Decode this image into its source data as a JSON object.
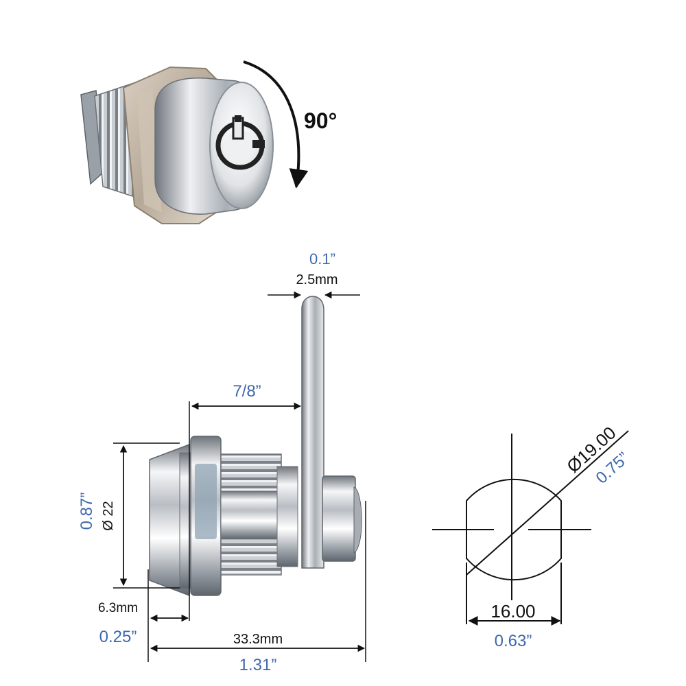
{
  "colors": {
    "blue": "#3d68ad",
    "ink": "#111111",
    "metal_light": "#f4f5f6",
    "metal_mid": "#c9cdd2",
    "metal_dark": "#7d838a"
  },
  "rotation": {
    "label": "90°"
  },
  "dimensions": {
    "cam_thickness_in": "0.1”",
    "cam_thickness_mm": "2.5mm",
    "body_length_in": "7/8”",
    "face_diameter_in": "0.87”",
    "face_diameter_mm": "Ø 22",
    "face_depth_mm": "6.3mm",
    "face_depth_in": "0.25”",
    "total_length_mm": "33.3mm",
    "total_length_in": "1.31”",
    "cutout_diameter_mm": "Ø19.00",
    "cutout_diameter_in": "0.75”",
    "cutout_flat_mm": "16.00",
    "cutout_flat_in": "0.63”"
  }
}
